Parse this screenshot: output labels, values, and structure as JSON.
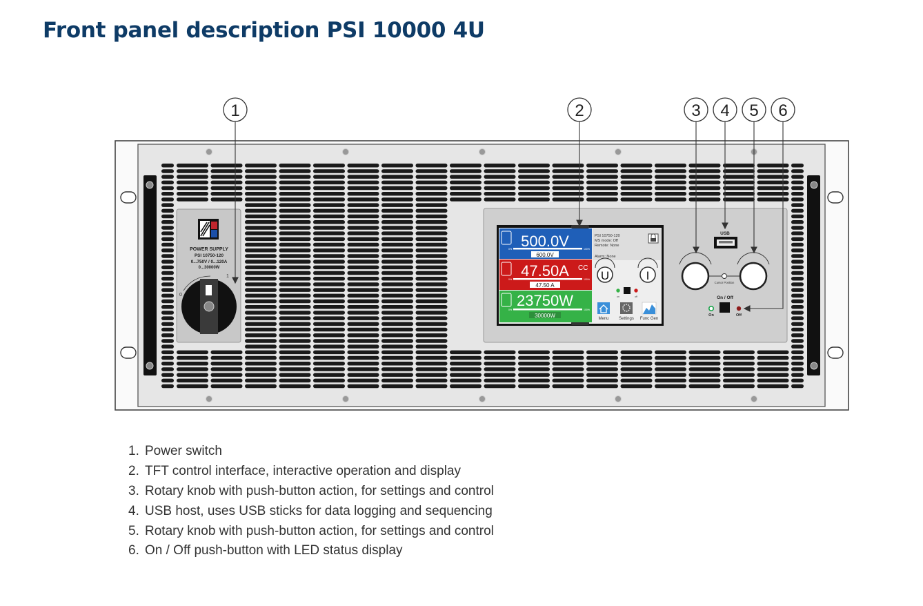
{
  "title": "Front panel description PSI 10000 4U",
  "callouts": [
    "1",
    "2",
    "3",
    "4",
    "5",
    "6"
  ],
  "device": {
    "label_lines": [
      "POWER SUPPLY",
      "PSI 10750-120",
      "0...750V / 0...120A",
      "0...30000W"
    ],
    "switch_mark_on": "1",
    "switch_mark_off": "0",
    "usb_label": "USB",
    "cursor_label": "Cursor Position",
    "onoff_label": "On / Off",
    "on_label": "On",
    "off_label": "Off",
    "colors": {
      "voltage": "#1f5fb8",
      "current": "#cc1a1a",
      "power": "#35b247",
      "title": "#0e3b66"
    }
  },
  "display": {
    "voltage_value": "500.0V",
    "voltage_set": "600.0V",
    "current_value": "47.50A",
    "current_mode": "CC",
    "current_set": "47.50 A",
    "power_value": "23750W",
    "power_set": "30000W",
    "bar_min": "0%",
    "bar_max": "100%",
    "info_lines": [
      "PSI 10750-120",
      "MS mode: Off",
      "Remote: None"
    ],
    "alarm_line": "Alarm: None",
    "knob_u": "U",
    "knob_i": "I",
    "status_on": "on",
    "status_off": "off",
    "menu_label": "Menu",
    "settings_label": "Settings",
    "funcgen_label": "Func Gen"
  },
  "legend": [
    {
      "number": "1.",
      "text": "Power switch"
    },
    {
      "number": "2.",
      "text": "TFT control interface, interactive operation and display"
    },
    {
      "number": "3.",
      "text": "Rotary knob with push-button action, for settings and control"
    },
    {
      "number": "4.",
      "text": "USB host, uses USB sticks for data logging and sequencing"
    },
    {
      "number": "5.",
      "text": "Rotary knob with push-button action, for settings and control"
    },
    {
      "number": "6.",
      "text": "On / Off push-button with LED status display"
    }
  ]
}
